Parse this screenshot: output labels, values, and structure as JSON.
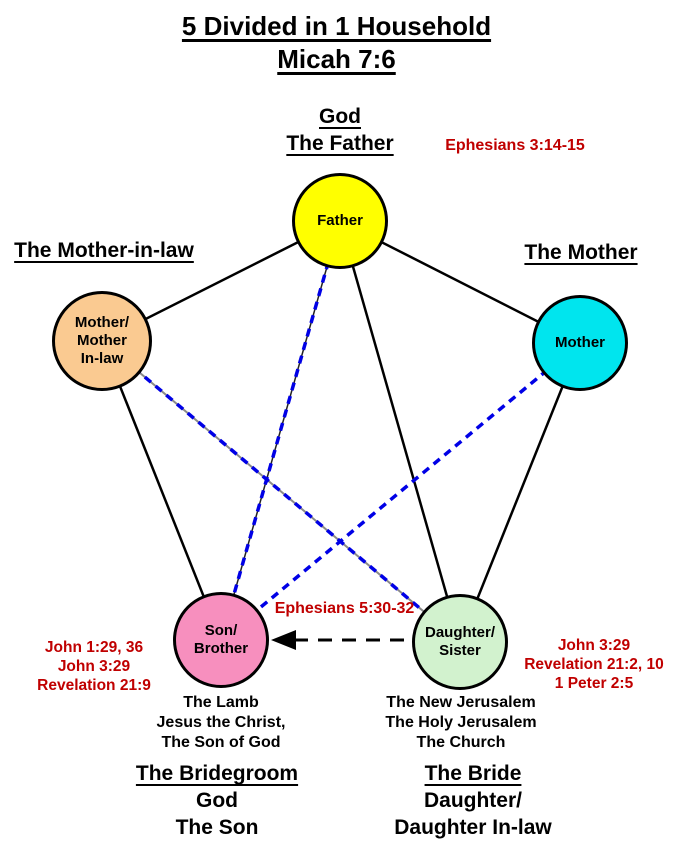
{
  "title": {
    "line1": "5 Divided in 1 Household",
    "line2": "Micah 7:6"
  },
  "father": {
    "heading_lines": [
      "God",
      "The Father"
    ],
    "reference": "Ephesians 3:14-15",
    "label": "Father"
  },
  "mother_in_law": {
    "heading": "The Mother-in-law",
    "label_lines": [
      "Mother/",
      "Mother",
      "In-law"
    ]
  },
  "mother": {
    "heading": "The Mother",
    "label": "Mother"
  },
  "son": {
    "label_lines": [
      "Son/",
      "Brother"
    ],
    "references": [
      "John 1:29, 36",
      "John 3:29",
      "Revelation 21:9"
    ],
    "identity_lines": [
      "The Lamb",
      "Jesus the Christ,",
      "The Son of God"
    ],
    "heading": "The Bridegroom",
    "subheading_lines": [
      "God",
      "The Son"
    ]
  },
  "daughter": {
    "label_lines": [
      "Daughter/",
      "Sister"
    ],
    "references": [
      "John 3:29",
      "Revelation 21:2, 10",
      "1 Peter 2:5"
    ],
    "identity_lines": [
      "The New Jerusalem",
      "The Holy Jerusalem",
      "The Church"
    ],
    "heading": "The Bride",
    "subheading_lines": [
      "Daughter/",
      "Daughter In-law"
    ]
  },
  "bride_bridegroom_link": {
    "reference": "Ephesians 5:30-32"
  },
  "colors": {
    "father_fill": "#FFFF00",
    "mother_in_law_fill": "#FACA91",
    "mother_fill": "#00E5EE",
    "son_fill": "#F78FBE",
    "daughter_fill": "#D2F2CE",
    "reference_red": "#C00000",
    "dashed_blue": "#0000E6",
    "line_black": "#000000"
  }
}
